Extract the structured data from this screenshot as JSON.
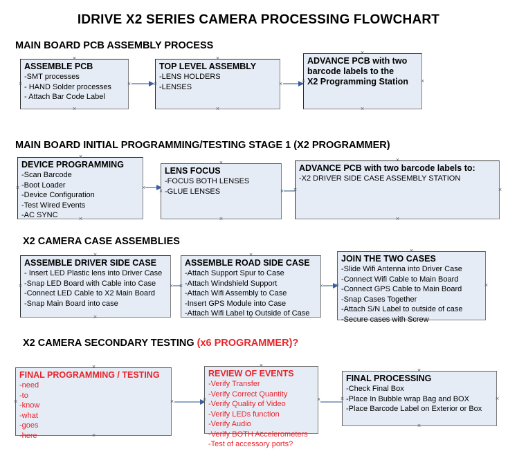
{
  "title": "IDRIVE X2  SERIES CAMERA PROCESSING FLOWCHART",
  "colors": {
    "box_fill": "#e6ecf5",
    "box_border": "#2b2b2b",
    "box_shadow_border": "#808080",
    "connector": "#8fa8c4",
    "arrow_head": "#3a5f9e",
    "text": "#000000",
    "accent_red": "#e8232a"
  },
  "sections": [
    {
      "heading": "MAIN BOARD PCB ASSEMBLY PROCESS",
      "heading_accent": "",
      "boxes": [
        {
          "title": "ASSEMBLE PCB",
          "lines": [
            "-SMT processes",
            "- HAND Solder processes",
            "- Attach Bar Code Label"
          ]
        },
        {
          "title": "TOP LEVEL ASSEMBLY",
          "lines": [
            "-LENS HOLDERS",
            "-LENSES"
          ]
        },
        {
          "title": "ADVANCE PCB with two",
          "lines": [
            "barcode labels to the",
            " X2 Programming Station"
          ]
        }
      ]
    },
    {
      "heading": "MAIN BOARD INITIAL PROGRAMMING/TESTING STAGE 1 (X2 PROGRAMMER)",
      "heading_accent": "",
      "boxes": [
        {
          "title": "DEVICE PROGRAMMING",
          "lines": [
            "-Scan Barcode",
            "-Boot Loader",
            "-Device Configuration",
            "-Test Wired Events",
            "-AC SYNC"
          ]
        },
        {
          "title": "LENS FOCUS",
          "lines": [
            "-FOCUS BOTH LENSES",
            "-GLUE LENSES"
          ]
        },
        {
          "title": "ADVANCE PCB with two barcode labels to:",
          "lines": [
            "-X2 DRIVER  SIDE  CASE  ASSEMBLY STATION"
          ]
        }
      ]
    },
    {
      "heading": "X2 CAMERA CASE ASSEMBLIES",
      "heading_accent": "",
      "boxes": [
        {
          "title": "ASSEMBLE DRIVER SIDE CASE",
          "lines": [
            "- Insert LED Plastic lens into Driver Case",
            "-Snap LED Board with Cable into Case",
            "-Connect LED Cable to X2 Main Board",
            "-Snap Main Board into case"
          ]
        },
        {
          "title": "ASSEMBLE ROAD SIDE CASE",
          "lines": [
            "-Attach Support Spur to Case",
            "-Attach Windshield Support",
            "-Attach Wifi Assembly to Case",
            "-Insert GPS Module into Case",
            "-Attach Wifi Label to Outside of Case"
          ]
        },
        {
          "title": "JOIN THE TWO CASES",
          "lines": [
            "-Slide Wifi Antenna into Driver Case",
            "-Connect Wifi Cable to Main Board",
            "-Connect GPS Cable to Main Board",
            "-Snap Cases Together",
            "-Attach S/N Label to outside of case",
            "-Secure cases with Screw"
          ]
        }
      ]
    },
    {
      "heading": "X2 CAMERA SECONDARY TESTING ",
      "heading_accent": "(x6 PROGRAMMER)?",
      "boxes": [
        {
          "title": "FINAL PROGRAMMING / TESTING",
          "lines": [
            "-need",
            "-to",
            "-know",
            "-what",
            "-goes",
            "-here"
          ]
        },
        {
          "title": "REVIEW OF EVENTS",
          "lines": [
            "-Verify Transfer",
            "-Verify Correct Quantity",
            "-Verify Quality of Video",
            "-Verify LEDs function",
            "-Verify Audio",
            "-Verify BOTH Accelerometers",
            "-Test of accessory ports?"
          ]
        },
        {
          "title": "FINAL PROCESSING",
          "lines": [
            " -Check Final Box",
            "-Place In Bubble wrap Bag and BOX",
            "-Place Barcode Label on Exterior or Box"
          ]
        }
      ]
    }
  ]
}
